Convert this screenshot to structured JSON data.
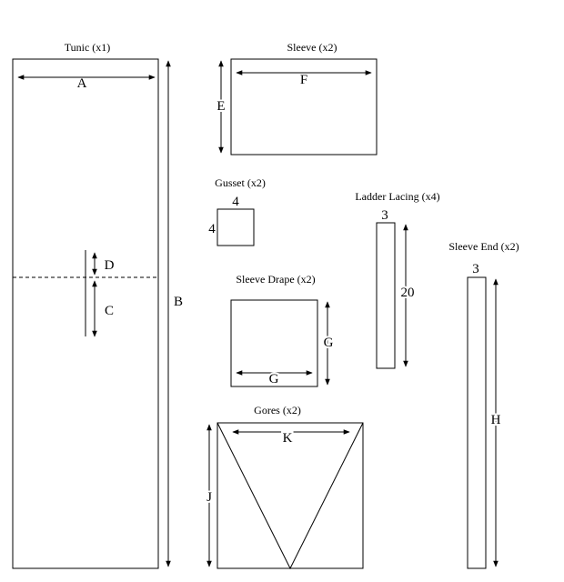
{
  "pieces": {
    "tunic": {
      "title": "Tunic (x1)",
      "width_label": "A",
      "length_label": "B",
      "upper_label": "D",
      "lower_label": "C"
    },
    "sleeve": {
      "title": "Sleeve (x2)",
      "width_label": "F",
      "height_label": "E"
    },
    "gusset": {
      "title": "Gusset (x2)",
      "top_value": "4",
      "side_value": "4"
    },
    "ladder_lacing": {
      "title": "Ladder Lacing (x4)",
      "top_value": "3",
      "length_value": "20"
    },
    "sleeve_end": {
      "title": "Sleeve End (x2)",
      "top_value": "3",
      "length_label": "H"
    },
    "sleeve_drape": {
      "title": "Sleeve Drape (x2)",
      "width_label": "G",
      "height_label": "G"
    },
    "gores": {
      "title": "Gores (x2)",
      "width_label": "K",
      "height_label": "J"
    }
  }
}
